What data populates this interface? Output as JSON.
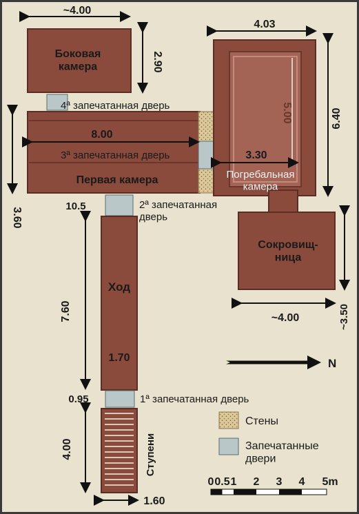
{
  "colors": {
    "background": "#e8e2cf",
    "frame": "#3a3a3a",
    "room_fill": "#8a4a3c",
    "room_edge": "#5a2e24",
    "room_light": "#a36455",
    "wall_fill": "#d9c79c",
    "sealed_door_fill": "#b9c7c9",
    "text": "#1a1a1a",
    "light_text": "#f2f2f2"
  },
  "rooms": {
    "side_chamber": "Боковая\nкамера",
    "first_chamber": "Первая камера",
    "burial_chamber": "Погребальная\nкамера",
    "treasury": "Сокровищ-\nница",
    "corridor": "Ход",
    "steps": "Ступени"
  },
  "doors": {
    "door1": "1ª запечатанная дверь",
    "door2": "2ª запечатанная\nдверь",
    "door3": "3ª запечатанная дверь",
    "door4": "4ª запечатанная дверь"
  },
  "dimensions": {
    "side_width": "~4.00",
    "side_height": "2.90",
    "burial_width": "4.03",
    "burial_height_outer": "6.40",
    "burial_height_inner": "5.00",
    "burial_inner_width": "3.30",
    "first_width": "8.00",
    "first_height": "3.60",
    "door2_offset": "10.5",
    "treasury_width": "~4.00",
    "treasury_height": "~3.50",
    "corridor_length": "7.60",
    "corridor_width": "1.70",
    "door1_offset": "0.95",
    "steps_length": "4.00",
    "steps_width": "1.60"
  },
  "north": "N",
  "legend": {
    "walls": "Стены",
    "sealed_doors": "Запечатанные\nдвери"
  },
  "scale": {
    "ticks": [
      "0",
      "0.5",
      "1",
      "2",
      "3",
      "4",
      "5m"
    ]
  }
}
